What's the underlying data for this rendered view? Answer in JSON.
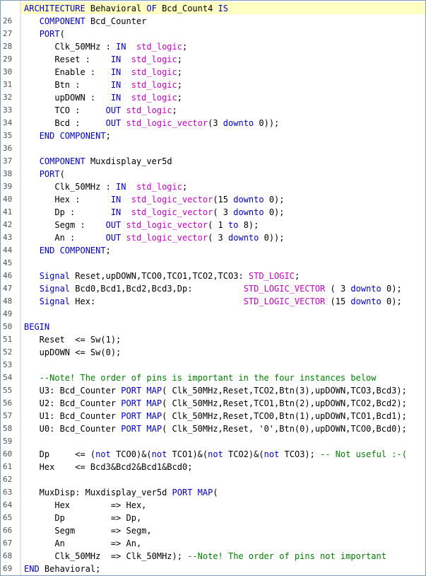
{
  "editor": {
    "colors": {
      "keyword": "#0000c8",
      "type": "#c800c8",
      "comment": "#008000",
      "text": "#000000",
      "highlight": "#ffffc2"
    },
    "lines": [
      {
        "n": "",
        "t": [
          [
            "ARCHITECTURE",
            "kw"
          ],
          [
            " Behavioral ",
            "tx"
          ],
          [
            "OF",
            "kw"
          ],
          [
            " Bcd_Count4 ",
            "tx"
          ],
          [
            "IS",
            "kw"
          ]
        ]
      },
      {
        "n": "26",
        "t": [
          [
            "   ",
            "tx"
          ],
          [
            "COMPONENT",
            "kw"
          ],
          [
            " Bcd_Counter",
            "tx"
          ]
        ]
      },
      {
        "n": "27",
        "t": [
          [
            "   ",
            "tx"
          ],
          [
            "PORT",
            "kw"
          ],
          [
            "(",
            "tx"
          ]
        ]
      },
      {
        "n": "28",
        "t": [
          [
            "      Clk_50MHz : ",
            "tx"
          ],
          [
            "IN",
            "kw"
          ],
          [
            "  ",
            "tx"
          ],
          [
            "std_logic",
            "ty"
          ],
          [
            ";",
            "tx"
          ]
        ]
      },
      {
        "n": "29",
        "t": [
          [
            "      Reset :    ",
            "tx"
          ],
          [
            "IN",
            "kw"
          ],
          [
            "  ",
            "tx"
          ],
          [
            "std_logic",
            "ty"
          ],
          [
            ";",
            "tx"
          ]
        ]
      },
      {
        "n": "30",
        "t": [
          [
            "      Enable :   ",
            "tx"
          ],
          [
            "IN",
            "kw"
          ],
          [
            "  ",
            "tx"
          ],
          [
            "std_logic",
            "ty"
          ],
          [
            ";",
            "tx"
          ]
        ]
      },
      {
        "n": "31",
        "t": [
          [
            "      Btn :      ",
            "tx"
          ],
          [
            "IN",
            "kw"
          ],
          [
            "  ",
            "tx"
          ],
          [
            "std_logic",
            "ty"
          ],
          [
            ";",
            "tx"
          ]
        ]
      },
      {
        "n": "32",
        "t": [
          [
            "      upDOWN :   ",
            "tx"
          ],
          [
            "IN",
            "kw"
          ],
          [
            "  ",
            "tx"
          ],
          [
            "std_logic",
            "ty"
          ],
          [
            ";",
            "tx"
          ]
        ]
      },
      {
        "n": "33",
        "t": [
          [
            "      TCO :     ",
            "tx"
          ],
          [
            "OUT",
            "kw"
          ],
          [
            " ",
            "tx"
          ],
          [
            "std_logic",
            "ty"
          ],
          [
            ";",
            "tx"
          ]
        ]
      },
      {
        "n": "34",
        "t": [
          [
            "      Bcd :     ",
            "tx"
          ],
          [
            "OUT",
            "kw"
          ],
          [
            " ",
            "tx"
          ],
          [
            "std_logic_vector",
            "ty"
          ],
          [
            "(3 ",
            "tx"
          ],
          [
            "downto",
            "kw"
          ],
          [
            " 0));",
            "tx"
          ]
        ]
      },
      {
        "n": "35",
        "t": [
          [
            "   ",
            "tx"
          ],
          [
            "END COMPONENT",
            "kw"
          ],
          [
            ";",
            "tx"
          ]
        ]
      },
      {
        "n": "36",
        "t": []
      },
      {
        "n": "37",
        "t": [
          [
            "   ",
            "tx"
          ],
          [
            "COMPONENT",
            "kw"
          ],
          [
            " Muxdisplay_ver5d",
            "tx"
          ]
        ]
      },
      {
        "n": "38",
        "t": [
          [
            "   ",
            "tx"
          ],
          [
            "PORT",
            "kw"
          ],
          [
            "(",
            "tx"
          ]
        ]
      },
      {
        "n": "39",
        "t": [
          [
            "      Clk_50MHz : ",
            "tx"
          ],
          [
            "IN",
            "kw"
          ],
          [
            "  ",
            "tx"
          ],
          [
            "std_logic",
            "ty"
          ],
          [
            ";",
            "tx"
          ]
        ]
      },
      {
        "n": "40",
        "t": [
          [
            "      Hex :      ",
            "tx"
          ],
          [
            "IN",
            "kw"
          ],
          [
            "  ",
            "tx"
          ],
          [
            "std_logic_vector",
            "ty"
          ],
          [
            "(15 ",
            "tx"
          ],
          [
            "downto",
            "kw"
          ],
          [
            " 0);",
            "tx"
          ]
        ]
      },
      {
        "n": "41",
        "t": [
          [
            "      Dp :       ",
            "tx"
          ],
          [
            "IN",
            "kw"
          ],
          [
            "  ",
            "tx"
          ],
          [
            "std_logic_vector",
            "ty"
          ],
          [
            "( 3 ",
            "tx"
          ],
          [
            "downto",
            "kw"
          ],
          [
            " 0);",
            "tx"
          ]
        ]
      },
      {
        "n": "42",
        "t": [
          [
            "      Segm :    ",
            "tx"
          ],
          [
            "OUT",
            "kw"
          ],
          [
            " ",
            "tx"
          ],
          [
            "std_logic_vector",
            "ty"
          ],
          [
            "( 1 ",
            "tx"
          ],
          [
            "to",
            "kw"
          ],
          [
            " 8);",
            "tx"
          ]
        ]
      },
      {
        "n": "43",
        "t": [
          [
            "      An :      ",
            "tx"
          ],
          [
            "OUT",
            "kw"
          ],
          [
            " ",
            "tx"
          ],
          [
            "std_logic_vector",
            "ty"
          ],
          [
            "( 3 ",
            "tx"
          ],
          [
            "downto",
            "kw"
          ],
          [
            " 0));",
            "tx"
          ]
        ]
      },
      {
        "n": "44",
        "t": [
          [
            "   ",
            "tx"
          ],
          [
            "END COMPONENT",
            "kw"
          ],
          [
            ";",
            "tx"
          ]
        ]
      },
      {
        "n": "45",
        "t": []
      },
      {
        "n": "46",
        "t": [
          [
            "   ",
            "tx"
          ],
          [
            "Signal",
            "kw"
          ],
          [
            " Reset,upDOWN,TCO0,TCO1,TCO2,TCO3: ",
            "tx"
          ],
          [
            "STD_LOGIC",
            "ty"
          ],
          [
            ";",
            "tx"
          ]
        ]
      },
      {
        "n": "47",
        "t": [
          [
            "   ",
            "tx"
          ],
          [
            "Signal",
            "kw"
          ],
          [
            " Bcd0,Bcd1,Bcd2,Bcd3,Dp:          ",
            "tx"
          ],
          [
            "STD_LOGIC_VECTOR",
            "ty"
          ],
          [
            " ( 3 ",
            "tx"
          ],
          [
            "downto",
            "kw"
          ],
          [
            " 0);",
            "tx"
          ]
        ]
      },
      {
        "n": "48",
        "t": [
          [
            "   ",
            "tx"
          ],
          [
            "Signal",
            "kw"
          ],
          [
            " Hex:                             ",
            "tx"
          ],
          [
            "STD_LOGIC_VECTOR",
            "ty"
          ],
          [
            " (15 ",
            "tx"
          ],
          [
            "downto",
            "kw"
          ],
          [
            " 0);",
            "tx"
          ]
        ]
      },
      {
        "n": "49",
        "t": []
      },
      {
        "n": "50",
        "t": [
          [
            "BEGIN",
            "kw"
          ]
        ]
      },
      {
        "n": "51",
        "t": [
          [
            "   Reset  <= Sw(1);",
            "tx"
          ]
        ]
      },
      {
        "n": "52",
        "t": [
          [
            "   upDOWN <= Sw(0);",
            "tx"
          ]
        ]
      },
      {
        "n": "53",
        "t": []
      },
      {
        "n": "54",
        "t": [
          [
            "   --Note! The order of pins is important in the four instances below",
            "cm"
          ]
        ]
      },
      {
        "n": "55",
        "t": [
          [
            "   U3: Bcd_Counter ",
            "tx"
          ],
          [
            "PORT MAP",
            "kw"
          ],
          [
            "( Clk_50MHz,Reset,TCO2,Btn(3),upDOWN,TCO3,Bcd3);",
            "tx"
          ]
        ]
      },
      {
        "n": "56",
        "t": [
          [
            "   U2: Bcd_Counter ",
            "tx"
          ],
          [
            "PORT MAP",
            "kw"
          ],
          [
            "( Clk_50MHz,Reset,TCO1,Btn(2),upDOWN,TCO2,Bcd2);",
            "tx"
          ]
        ]
      },
      {
        "n": "57",
        "t": [
          [
            "   U1: Bcd_Counter ",
            "tx"
          ],
          [
            "PORT MAP",
            "kw"
          ],
          [
            "( Clk_50MHz,Reset,TCO0,Btn(1),upDOWN,TCO1,Bcd1);",
            "tx"
          ]
        ]
      },
      {
        "n": "58",
        "t": [
          [
            "   U0: Bcd_Counter ",
            "tx"
          ],
          [
            "PORT MAP",
            "kw"
          ],
          [
            "( Clk_50MHz,Reset, '0',Btn(0),upDOWN,TCO0,Bcd0);",
            "tx"
          ]
        ]
      },
      {
        "n": "59",
        "t": []
      },
      {
        "n": "60",
        "t": [
          [
            "   Dp     <= (",
            "tx"
          ],
          [
            "not",
            "kw"
          ],
          [
            " TCO0)&(",
            "tx"
          ],
          [
            "not",
            "kw"
          ],
          [
            " TCO1)&(",
            "tx"
          ],
          [
            "not",
            "kw"
          ],
          [
            " TCO2)&(",
            "tx"
          ],
          [
            "not",
            "kw"
          ],
          [
            " TCO3); ",
            "tx"
          ],
          [
            "-- Not useful :-(",
            "cm"
          ]
        ]
      },
      {
        "n": "61",
        "t": [
          [
            "   Hex    <= Bcd3&Bcd2&Bcd1&Bcd0;",
            "tx"
          ]
        ]
      },
      {
        "n": "62",
        "t": []
      },
      {
        "n": "63",
        "t": [
          [
            "   MuxDisp: Muxdisplay_ver5d ",
            "tx"
          ],
          [
            "PORT MAP",
            "kw"
          ],
          [
            "(",
            "tx"
          ]
        ]
      },
      {
        "n": "64",
        "t": [
          [
            "      Hex        => Hex,",
            "tx"
          ]
        ]
      },
      {
        "n": "65",
        "t": [
          [
            "      Dp         => Dp,",
            "tx"
          ]
        ]
      },
      {
        "n": "66",
        "t": [
          [
            "      Segm       => Segm,",
            "tx"
          ]
        ]
      },
      {
        "n": "67",
        "t": [
          [
            "      An         => An,",
            "tx"
          ]
        ]
      },
      {
        "n": "68",
        "t": [
          [
            "      Clk_50MHz  => Clk_50MHz); ",
            "tx"
          ],
          [
            "--Note! The order of pins not important",
            "cm"
          ]
        ]
      },
      {
        "n": "69",
        "t": [
          [
            "END",
            "kw"
          ],
          [
            " Behavioral;",
            "tx"
          ]
        ]
      }
    ]
  }
}
